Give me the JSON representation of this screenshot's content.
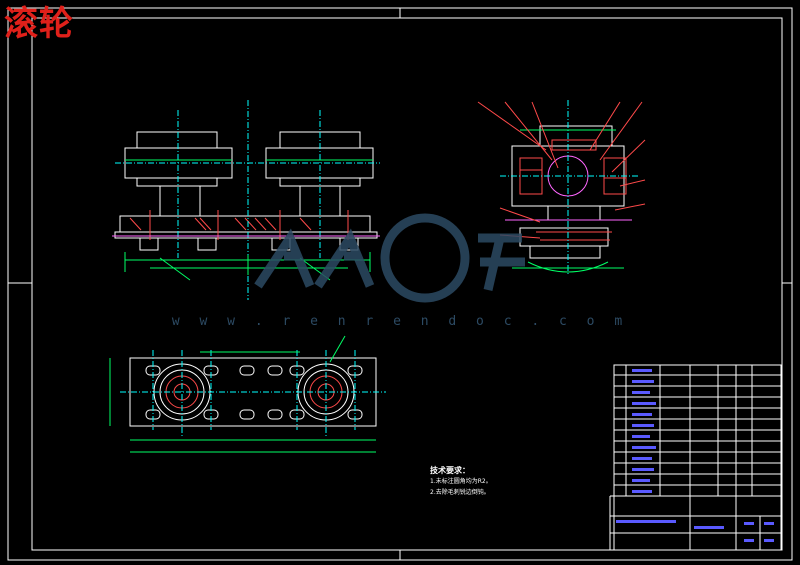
{
  "drawing": {
    "title": "滚轮",
    "watermark_url": "w w w . r e n r e n d o c . c o m",
    "tech_notes": {
      "heading": "技术要求：",
      "items": [
        "1.未标注圆角均为R2。",
        "2.去除毛刺锐边倒钝。"
      ]
    }
  },
  "colors": {
    "background": "#000000",
    "frame": "#ffffff",
    "outline": "#ffffff",
    "dimension": "#00ff66",
    "centerline": "#00ffff",
    "section": "#ff4a4a",
    "part": "#ff66ff",
    "title_block_text": "#5a5aff",
    "stamp": "#e0201a",
    "watermark": "#2c4a63"
  }
}
